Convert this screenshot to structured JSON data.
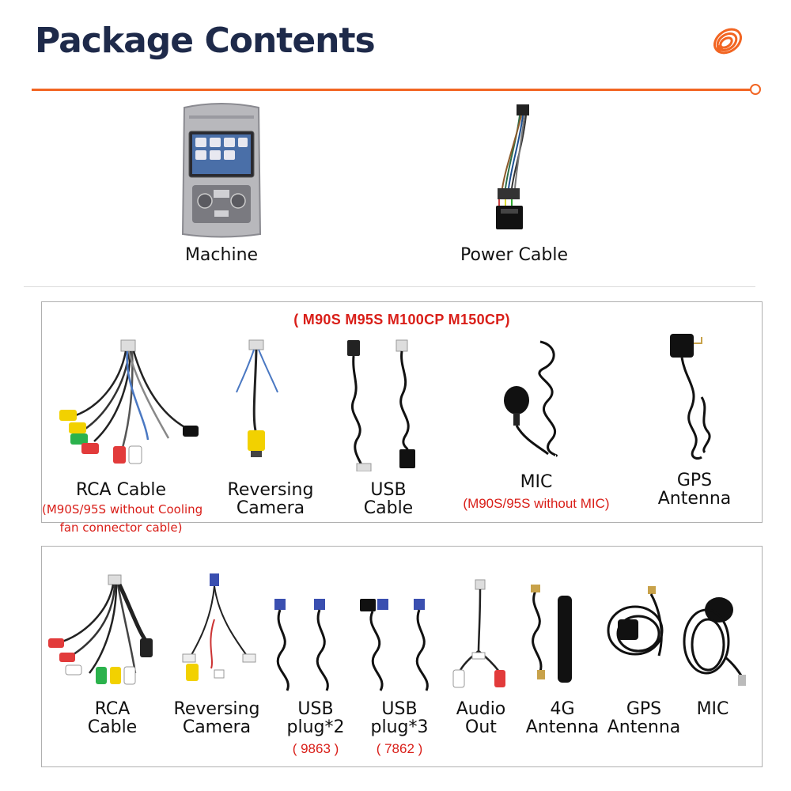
{
  "header": {
    "title": "Package Contents"
  },
  "top_items": {
    "machine": "Machine",
    "power_cable": "Power Cable"
  },
  "section_a": {
    "model_note": "( M90S M95S M100CP M150CP)",
    "items": [
      {
        "label": "RCA Cable",
        "note_line1": "(M90S/95S without Cooling",
        "note_line2": "fan connector cable)"
      },
      {
        "label_line1": "Reversing",
        "label_line2": "Camera"
      },
      {
        "label_line1": "USB",
        "label_line2": "Cable"
      },
      {
        "label": "MIC",
        "note": "(M90S/95S without MIC)"
      },
      {
        "label_line1": "GPS",
        "label_line2": "Antenna"
      }
    ]
  },
  "section_b": {
    "items": [
      {
        "label_line1": "RCA",
        "label_line2": "Cable"
      },
      {
        "label_line1": "Reversing",
        "label_line2": "Camera"
      },
      {
        "label_line1": "USB",
        "label_line2": "plug*2",
        "note": "( 9863 )"
      },
      {
        "label_line1": "USB",
        "label_line2": "plug*3",
        "note": "( 7862 )"
      },
      {
        "label_line1": "Audio",
        "label_line2": "Out"
      },
      {
        "label_line1": "4G",
        "label_line2": "Antenna"
      },
      {
        "label_line1": "GPS",
        "label_line2": "Antenna"
      },
      {
        "label": "MIC"
      }
    ]
  },
  "colors": {
    "title": "#1e2a4a",
    "accent": "#f26522",
    "note_red": "#d91e18",
    "border": "#b0b0b0"
  },
  "icons": {
    "logo": "orange-spiral-logo-icon"
  }
}
